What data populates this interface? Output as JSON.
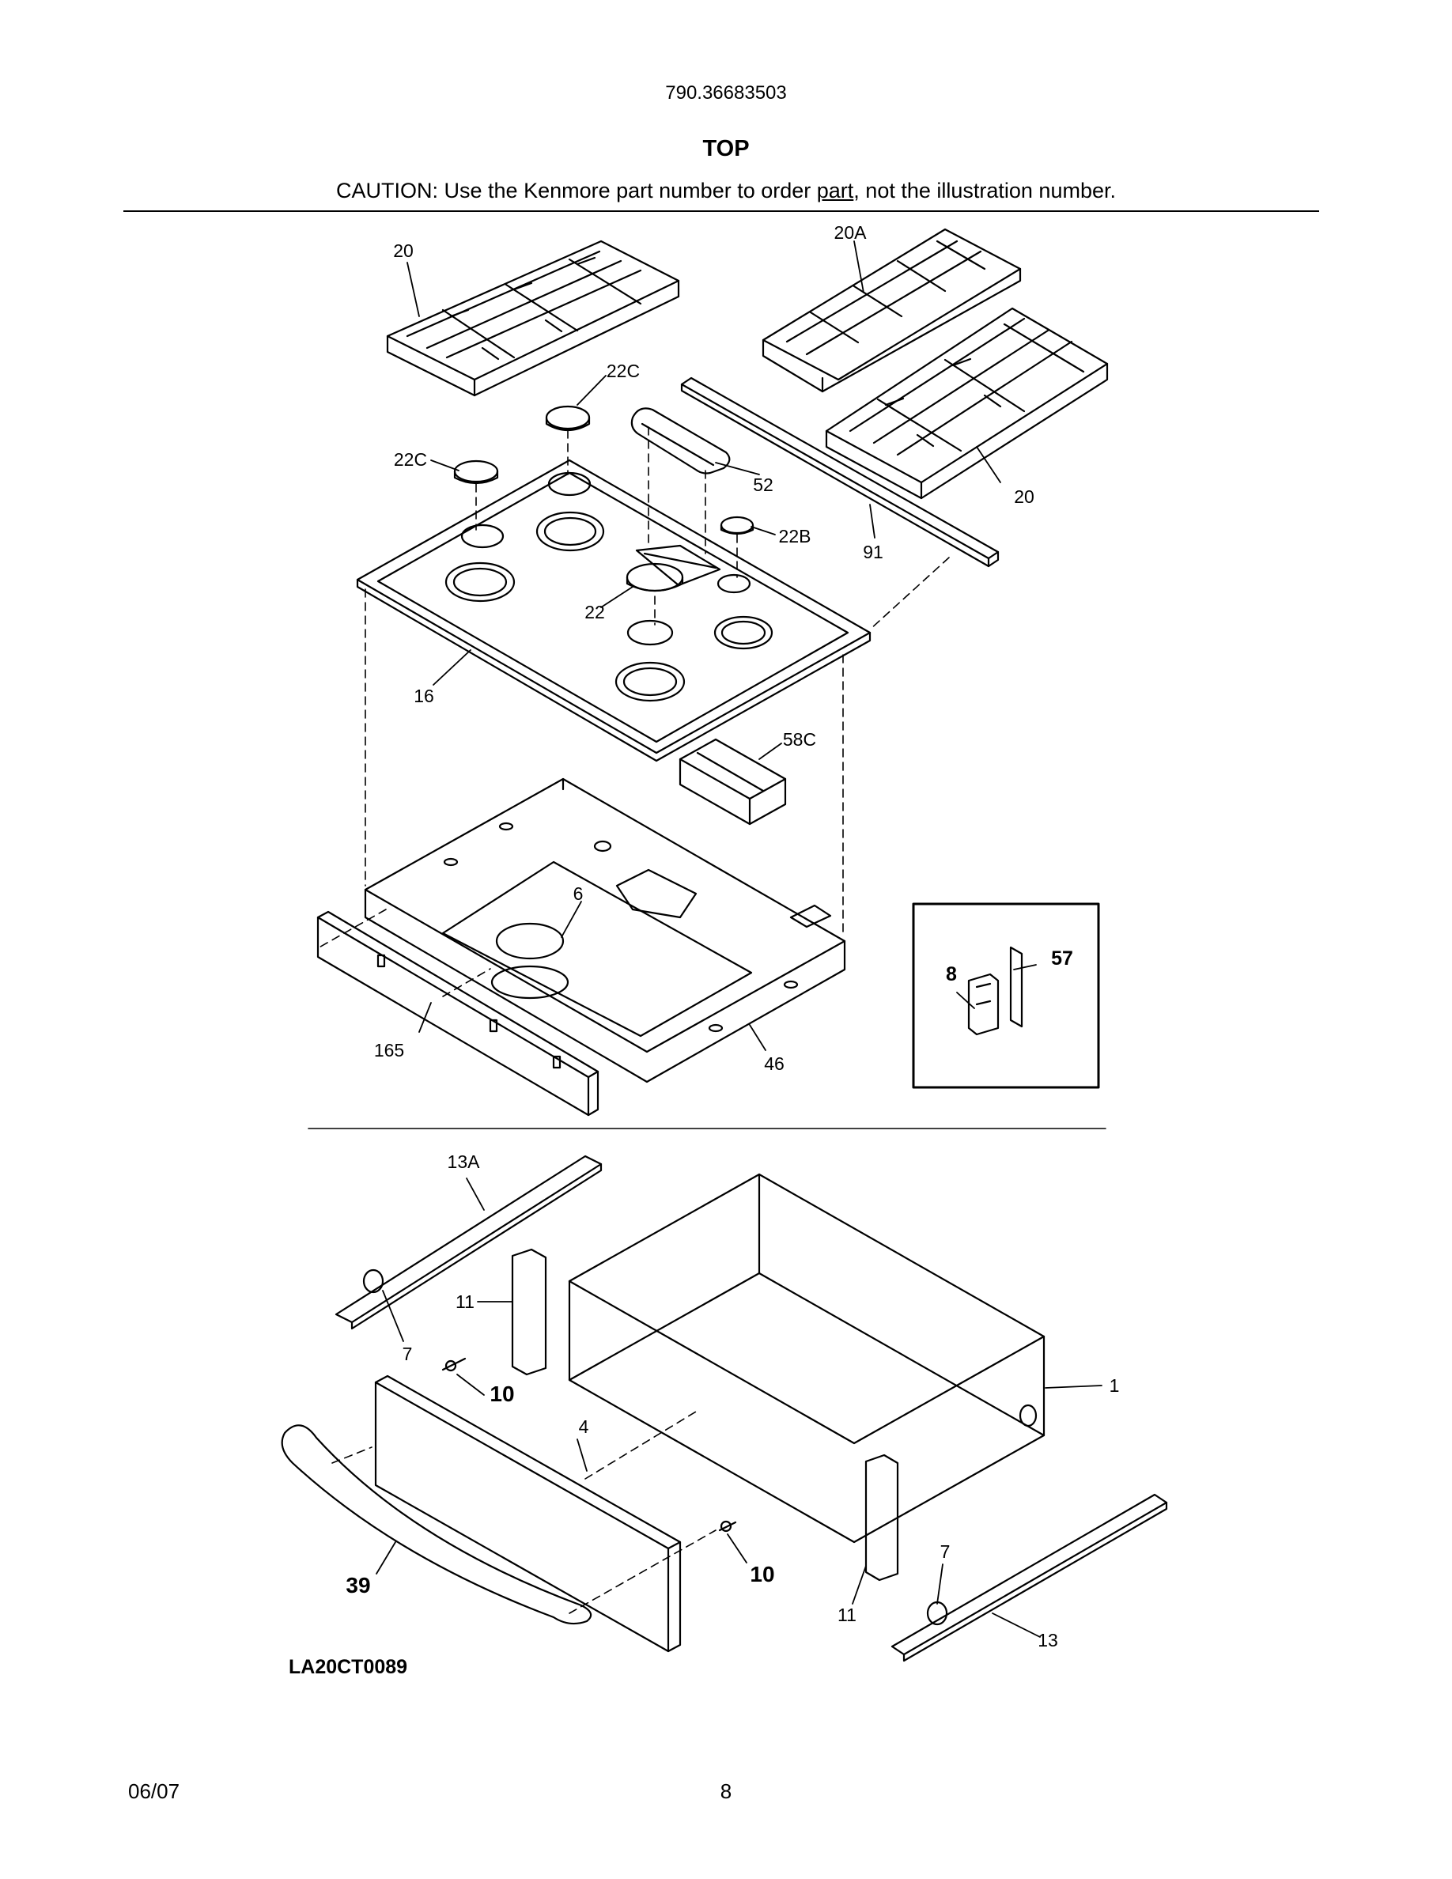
{
  "header": {
    "model_number": "790.36683503",
    "section_title": "TOP",
    "caution_before": "CAUTION: Use the Kenmore part number to order ",
    "caution_link": "part",
    "caution_after": ", not the illustration number."
  },
  "callouts": {
    "grate_left": "20",
    "grate_center": "20A",
    "grate_right": "20",
    "cap_22c_top": "22C",
    "cap_22c_left": "22C",
    "cap_22b": "22B",
    "cap_22": "22",
    "griddle_cover": "52",
    "trim_91": "91",
    "cooktop_16": "16",
    "module_58c": "58C",
    "burner_box_6": "6",
    "rail_165": "165",
    "pan_46": "46",
    "inset_8": "8",
    "inset_57": "57",
    "slide_13a": "13A",
    "bracket_11_left": "11",
    "roller_7_left": "7",
    "screw_10_upper": "10",
    "panel_4": "4",
    "drawer_1": "1",
    "handle_39": "39",
    "screw_10_lower": "10",
    "bracket_11_right": "11",
    "roller_7_right": "7",
    "slide_13": "13",
    "diagram_code": "LA20CT0089"
  },
  "footer": {
    "date": "06/07",
    "page_number": "8"
  }
}
